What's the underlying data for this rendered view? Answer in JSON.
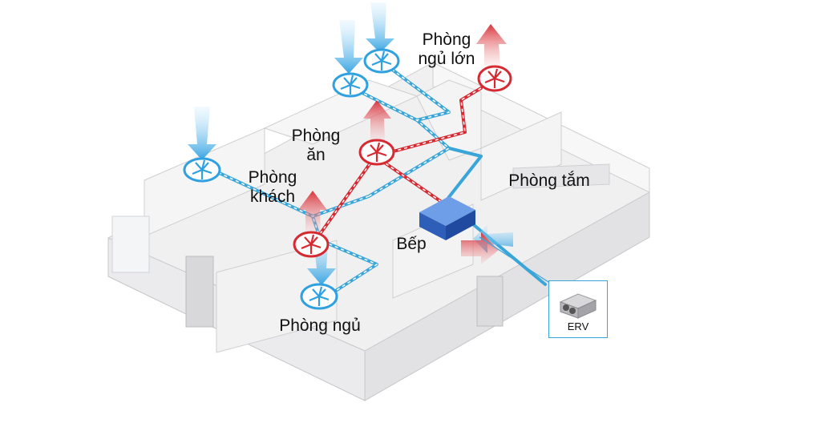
{
  "rooms": {
    "master_bedroom": "Phòng\nngủ lớn",
    "dining_room": "Phòng\năn",
    "living_room": "Phòng\nkhách",
    "bathroom": "Phòng tắm",
    "kitchen": "Bếp",
    "bedroom": "Phòng ngủ"
  },
  "device": {
    "label": "ERV"
  },
  "colors": {
    "fresh_air": "#3aa5d8",
    "exhaust_air": "#d62a32",
    "unit": "#2d5fb8",
    "walls": "#e9e9ea"
  },
  "icons": {
    "supply_fan": "fan-icon-blue",
    "exhaust_fan": "fan-icon-red",
    "fresh_air_arrow": "arrow-down-blue",
    "exhaust_arrow": "arrow-up-red",
    "unit": "erv-unit-icon"
  }
}
